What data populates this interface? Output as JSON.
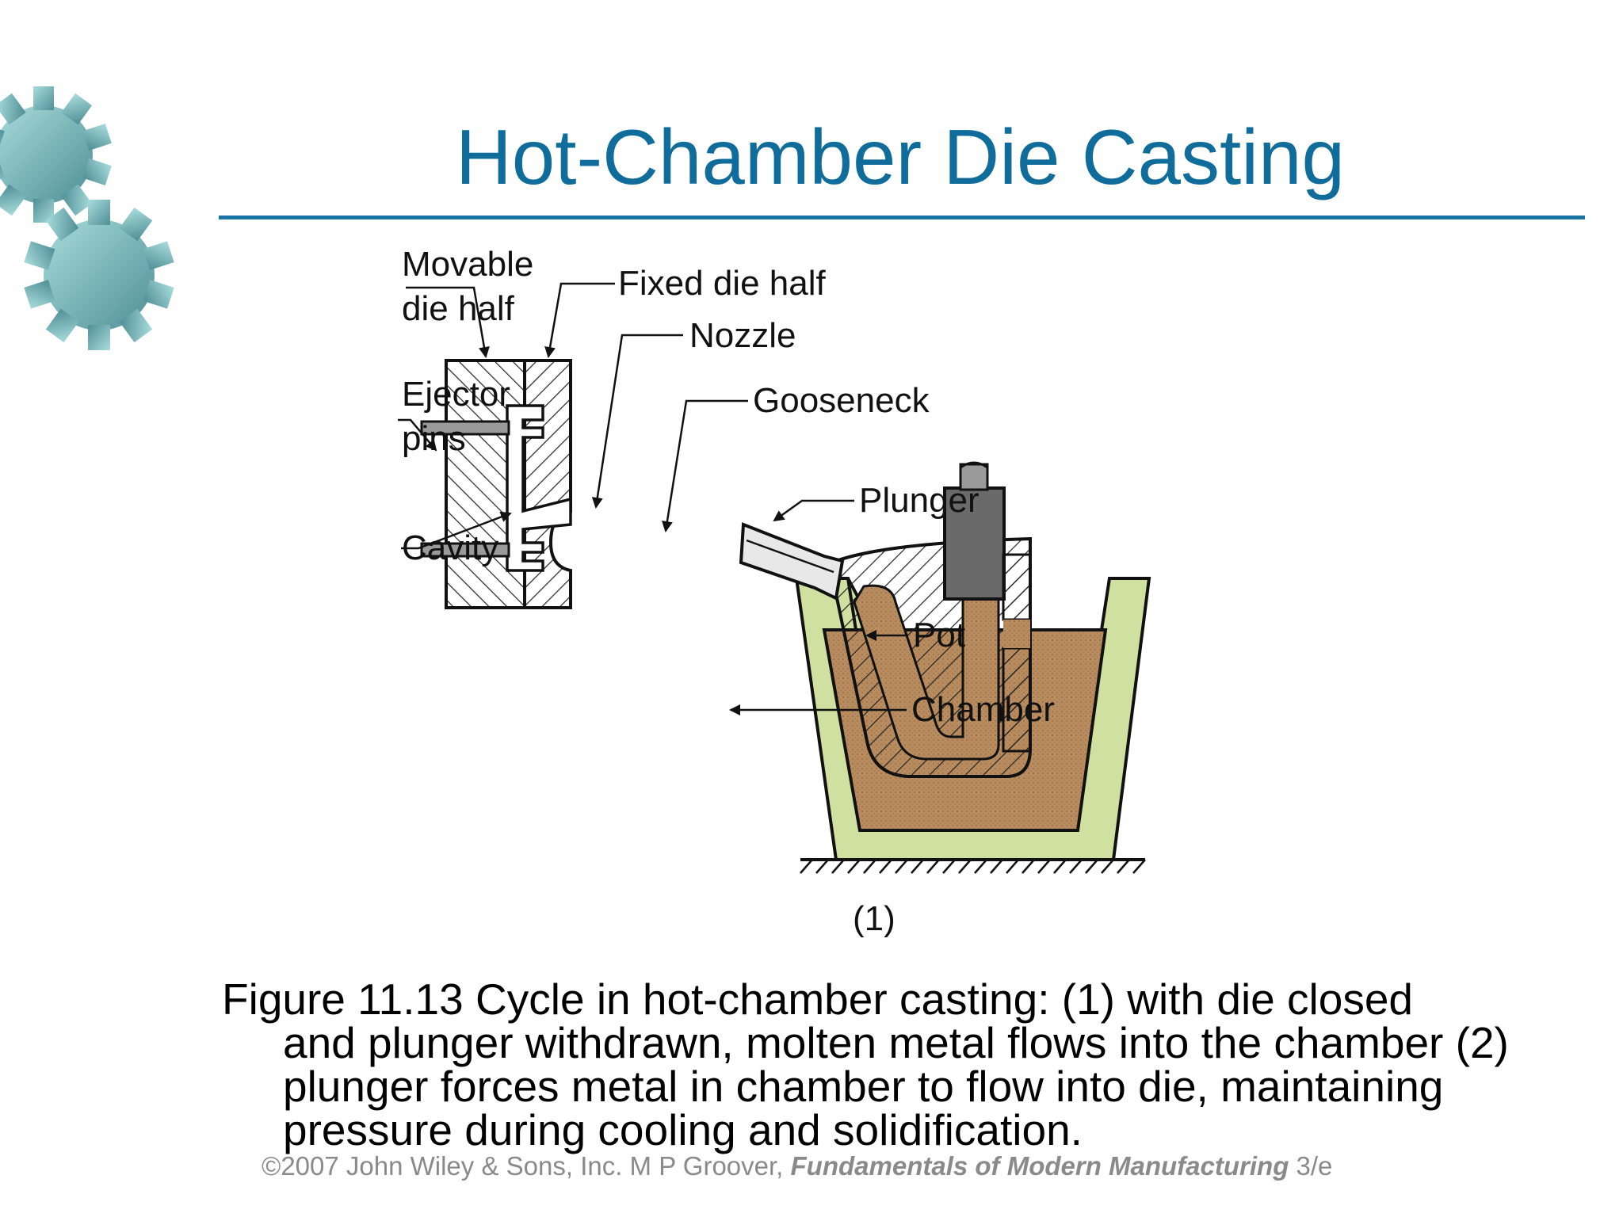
{
  "slide": {
    "title": "Hot-Chamber Die Casting",
    "accent_color": "#0f6c9b",
    "decoration": "gears-icon"
  },
  "diagram": {
    "labels": {
      "movable_die_half_1": "Movable",
      "movable_die_half_2": "die half",
      "fixed_die_half": "Fixed die half",
      "nozzle": "Nozzle",
      "ejector_pins_1": "Ejector",
      "ejector_pins_2": "pins",
      "gooseneck": "Gooseneck",
      "plunger": "Plunger",
      "cavity": "Cavity",
      "pot": "Pot",
      "chamber": "Chamber",
      "stage": "(1)"
    },
    "colors": {
      "molten_metal": "#b88c5e",
      "pot": "#cfe0a0",
      "plunger": "#6a6a6a"
    }
  },
  "caption": {
    "line1": "Figure 11.13  Cycle in hot-chamber casting: (1) with die closed",
    "line2": "and plunger withdrawn, molten metal flows into the chamber (2)",
    "line3": "plunger forces metal in chamber to flow into die, maintaining",
    "line4": "pressure during cooling and solidification."
  },
  "footer": {
    "copyright": "©2007 John Wiley & Sons, Inc.  M P Groover, ",
    "book_title": "Fundamentals of Modern Manufacturing",
    "edition": " 3/e"
  }
}
